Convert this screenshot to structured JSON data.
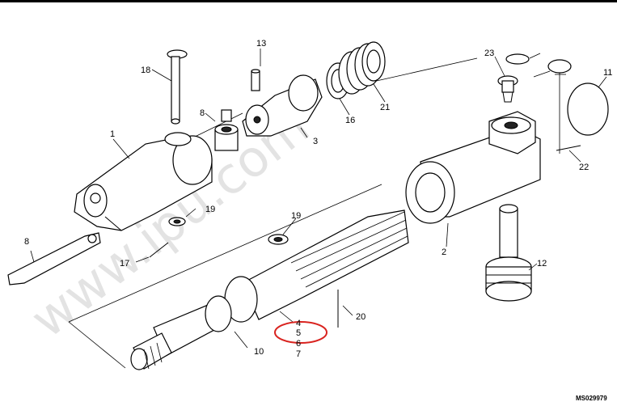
{
  "watermark": "www.ipu.com",
  "reference_code": "MS029979",
  "highlight_color": "#d9231f",
  "callouts": {
    "c1": "1",
    "c2": "2",
    "c3": "3",
    "c4": "4",
    "c5": "5",
    "c6": "6",
    "c7": "7",
    "c8a": "8",
    "c8b": "8",
    "c10": "10",
    "c11": "11",
    "c12": "12",
    "c13": "13",
    "c16": "16",
    "c17": "17",
    "c18": "18",
    "c19a": "19",
    "c19b": "19",
    "c20": "20",
    "c21": "21",
    "c22": "22",
    "c23": "23"
  }
}
